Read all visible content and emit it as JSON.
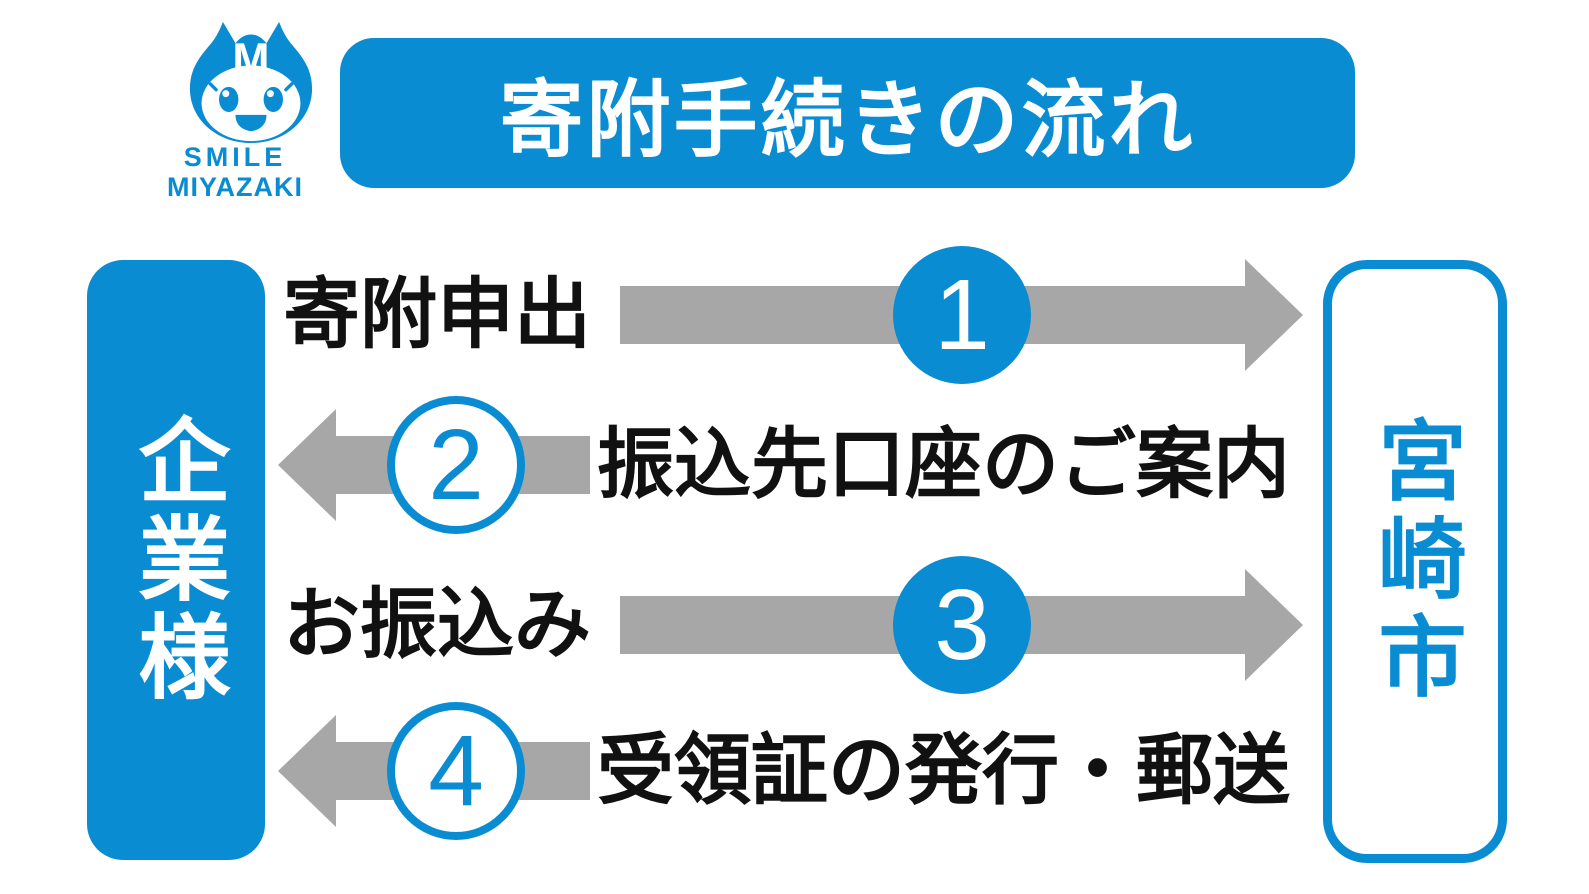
{
  "colors": {
    "blue": "#0a8cd2",
    "gray": "#a7a7a7",
    "ink": "#111111",
    "white": "#ffffff"
  },
  "logo": {
    "mascot_icon": "smile-miyazaki-mascot-icon",
    "smile": "SMILE",
    "miyazaki": "MIYAZAKI"
  },
  "title": {
    "text": "寄附手続きの流れ"
  },
  "left_entity": {
    "label": "企業様"
  },
  "right_entity": {
    "label": "宮崎市"
  },
  "steps": [
    {
      "number": "1",
      "label": "寄附申出",
      "direction": "right",
      "badge_style": "filled"
    },
    {
      "number": "2",
      "label": "振込先口座のご案内",
      "direction": "left",
      "badge_style": "outlined"
    },
    {
      "number": "3",
      "label": "お振込み",
      "direction": "right",
      "badge_style": "filled"
    },
    {
      "number": "4",
      "label": "受領証の発行・郵送",
      "direction": "left",
      "badge_style": "outlined"
    }
  ]
}
